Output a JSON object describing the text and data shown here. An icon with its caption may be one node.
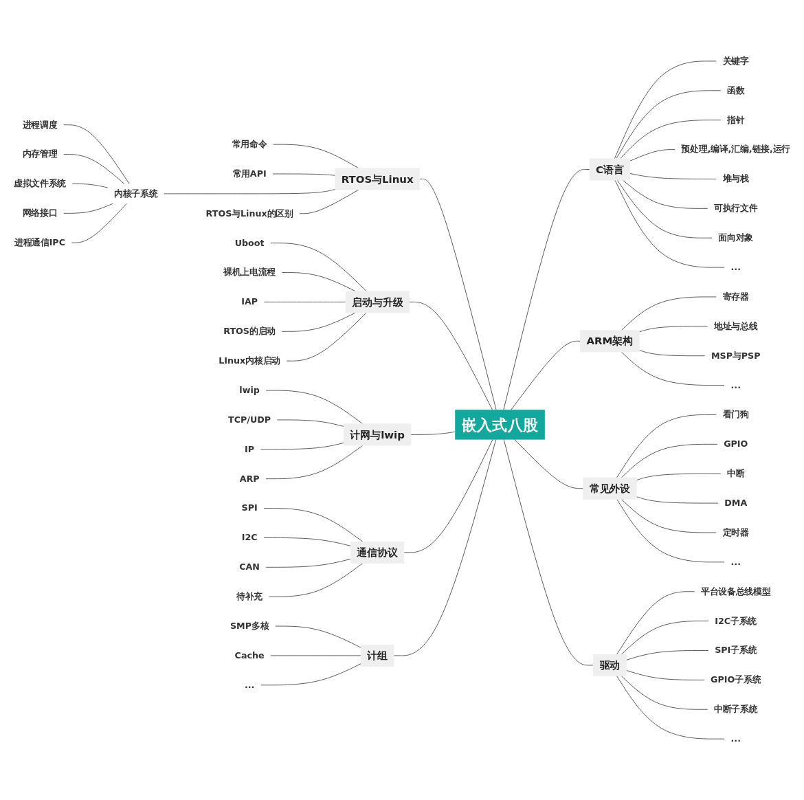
{
  "diagram": {
    "nodes": [
      {
        "text": [
          "嵌入式八股"
        ]
      },
      {
        "text": [
          "RTOS与Linux"
        ]
      },
      {
        "text": [
          "常用命令"
        ]
      },
      {
        "text": [
          "常用API"
        ]
      },
      {
        "text": [
          "内核子系统"
        ]
      },
      {
        "text": [
          "进程调度"
        ]
      },
      {
        "text": [
          "内存管理"
        ]
      },
      {
        "text": [
          "虚拟文件系统"
        ]
      },
      {
        "text": [
          "网络接口"
        ]
      },
      {
        "text": [
          "进程通信IPC"
        ]
      },
      {
        "text": [
          "RTOS与Linux的区别"
        ]
      },
      {
        "text": [
          "启动与升级"
        ]
      },
      {
        "text": [
          "Uboot"
        ]
      },
      {
        "text": [
          "裸机上电流程"
        ]
      },
      {
        "text": [
          "IAP"
        ]
      },
      {
        "text": [
          "RTOS的启动"
        ]
      },
      {
        "text": [
          "LInux内核启动"
        ]
      },
      {
        "text": [
          "计网与lwip"
        ]
      },
      {
        "text": [
          "lwip"
        ]
      },
      {
        "text": [
          "TCP/UDP"
        ]
      },
      {
        "text": [
          "IP"
        ]
      },
      {
        "text": [
          "ARP"
        ]
      },
      {
        "text": [
          "通信协议"
        ]
      },
      {
        "text": [
          "SPI"
        ]
      },
      {
        "text": [
          "I2C"
        ]
      },
      {
        "text": [
          "CAN"
        ]
      },
      {
        "text": [
          "待补充"
        ]
      },
      {
        "text": [
          "计组"
        ]
      },
      {
        "text": [
          "SMP多核"
        ]
      },
      {
        "text": [
          "Cache"
        ]
      },
      {
        "text": [
          "..."
        ]
      },
      {
        "text": [
          "C语言"
        ]
      },
      {
        "text": [
          "关键字"
        ]
      },
      {
        "text": [
          "函数"
        ]
      },
      {
        "text": [
          "指针"
        ]
      },
      {
        "text": [
          "预处理,编译,汇编,链接,运行"
        ]
      },
      {
        "text": [
          "堆与栈"
        ]
      },
      {
        "text": [
          "可执行文件"
        ]
      },
      {
        "text": [
          "面向对象"
        ]
      },
      {
        "text": [
          "..."
        ]
      },
      {
        "text": [
          "ARM架构"
        ]
      },
      {
        "text": [
          "寄存器"
        ]
      },
      {
        "text": [
          "地址与总线"
        ]
      },
      {
        "text": [
          "MSP与PSP"
        ]
      },
      {
        "text": [
          "..."
        ]
      },
      {
        "text": [
          "常见外设"
        ]
      },
      {
        "text": [
          "看门狗"
        ]
      },
      {
        "text": [
          "GPIO"
        ]
      },
      {
        "text": [
          "中断"
        ]
      },
      {
        "text": [
          "DMA"
        ]
      },
      {
        "text": [
          "定时器"
        ]
      },
      {
        "text": [
          "..."
        ]
      },
      {
        "text": [
          "驱动"
        ]
      },
      {
        "text": [
          "平台设备总线模型"
        ]
      },
      {
        "text": [
          "I2C子系统"
        ]
      },
      {
        "text": [
          "SPI子系统"
        ]
      },
      {
        "text": [
          "GPIO子系统"
        ]
      },
      {
        "text": [
          "中断子系统"
        ]
      },
      {
        "text": [
          "..."
        ]
      }
    ],
    "edges": [
      {
        "from": 0,
        "to": 1,
        "arrow": "none"
      },
      {
        "from": 1,
        "to": 2,
        "arrow": "none"
      },
      {
        "from": 1,
        "to": 3,
        "arrow": "none"
      },
      {
        "from": 1,
        "to": 4,
        "arrow": "none"
      },
      {
        "from": 4,
        "to": 5,
        "arrow": "none"
      },
      {
        "from": 4,
        "to": 6,
        "arrow": "none"
      },
      {
        "from": 4,
        "to": 7,
        "arrow": "none"
      },
      {
        "from": 4,
        "to": 8,
        "arrow": "none"
      },
      {
        "from": 4,
        "to": 9,
        "arrow": "none"
      },
      {
        "from": 1,
        "to": 10,
        "arrow": "none"
      },
      {
        "from": 0,
        "to": 11,
        "arrow": "none"
      },
      {
        "from": 11,
        "to": 12,
        "arrow": "none"
      },
      {
        "from": 11,
        "to": 13,
        "arrow": "none"
      },
      {
        "from": 11,
        "to": 14,
        "arrow": "none"
      },
      {
        "from": 11,
        "to": 15,
        "arrow": "none"
      },
      {
        "from": 11,
        "to": 16,
        "arrow": "none"
      },
      {
        "from": 0,
        "to": 17,
        "arrow": "none"
      },
      {
        "from": 17,
        "to": 18,
        "arrow": "none"
      },
      {
        "from": 17,
        "to": 19,
        "arrow": "none"
      },
      {
        "from": 17,
        "to": 20,
        "arrow": "none"
      },
      {
        "from": 17,
        "to": 21,
        "arrow": "none"
      },
      {
        "from": 0,
        "to": 22,
        "arrow": "none"
      },
      {
        "from": 22,
        "to": 23,
        "arrow": "none"
      },
      {
        "from": 22,
        "to": 24,
        "arrow": "none"
      },
      {
        "from": 22,
        "to": 25,
        "arrow": "none"
      },
      {
        "from": 22,
        "to": 26,
        "arrow": "none"
      },
      {
        "from": 0,
        "to": 27,
        "arrow": "none"
      },
      {
        "from": 27,
        "to": 28,
        "arrow": "none"
      },
      {
        "from": 27,
        "to": 29,
        "arrow": "none"
      },
      {
        "from": 27,
        "to": 30,
        "arrow": "none"
      },
      {
        "from": 0,
        "to": 31,
        "arrow": "none"
      },
      {
        "from": 31,
        "to": 32,
        "arrow": "none"
      },
      {
        "from": 31,
        "to": 33,
        "arrow": "none"
      },
      {
        "from": 31,
        "to": 34,
        "arrow": "none"
      },
      {
        "from": 31,
        "to": 35,
        "arrow": "none"
      },
      {
        "from": 31,
        "to": 36,
        "arrow": "none"
      },
      {
        "from": 31,
        "to": 37,
        "arrow": "none"
      },
      {
        "from": 31,
        "to": 38,
        "arrow": "none"
      },
      {
        "from": 31,
        "to": 39,
        "arrow": "none"
      },
      {
        "from": 0,
        "to": 40,
        "arrow": "none"
      },
      {
        "from": 40,
        "to": 41,
        "arrow": "none"
      },
      {
        "from": 40,
        "to": 42,
        "arrow": "none"
      },
      {
        "from": 40,
        "to": 43,
        "arrow": "none"
      },
      {
        "from": 40,
        "to": 44,
        "arrow": "none"
      },
      {
        "from": 0,
        "to": 45,
        "arrow": "none"
      },
      {
        "from": 45,
        "to": 46,
        "arrow": "none"
      },
      {
        "from": 45,
        "to": 47,
        "arrow": "none"
      },
      {
        "from": 45,
        "to": 48,
        "arrow": "none"
      },
      {
        "from": 45,
        "to": 49,
        "arrow": "none"
      },
      {
        "from": 45,
        "to": 50,
        "arrow": "none"
      },
      {
        "from": 45,
        "to": 51,
        "arrow": "none"
      },
      {
        "from": 0,
        "to": 52,
        "arrow": "none"
      },
      {
        "from": 52,
        "to": 53,
        "arrow": "none"
      },
      {
        "from": 52,
        "to": 54,
        "arrow": "none"
      },
      {
        "from": 52,
        "to": 55,
        "arrow": "none"
      },
      {
        "from": 52,
        "to": 56,
        "arrow": "none"
      },
      {
        "from": 52,
        "to": 57,
        "arrow": "none"
      },
      {
        "from": 52,
        "to": 58,
        "arrow": "none"
      }
    ]
  }
}
